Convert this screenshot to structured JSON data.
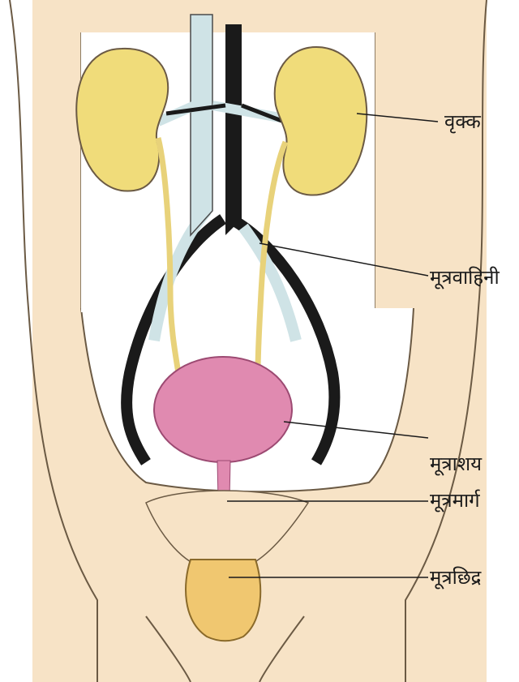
{
  "labels": {
    "kidney": "वृक्क",
    "ureter": "मूत्रवाहिनी",
    "bladder": "मूत्राशय",
    "urethra": "मूत्रमार्ग",
    "urethral_opening": "मूत्रछिद्र"
  },
  "colors": {
    "skin": "#f7e3c6",
    "kidney": "#f0dc7a",
    "ureter": "#e8d27a",
    "bladder": "#e08ab0",
    "aorta": "#1a1a1a",
    "vena_cava": "#cfe3e6",
    "genital": "#f0c770"
  }
}
